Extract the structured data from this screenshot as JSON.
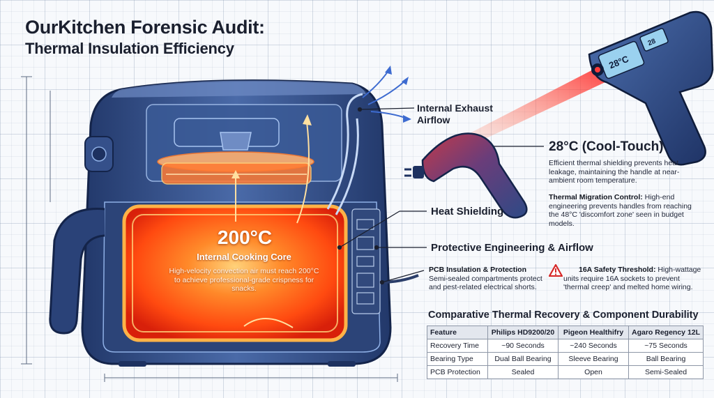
{
  "title": {
    "line1": "OurKitchen Forensic Audit:",
    "line2": "Thermal Insulation Efficiency"
  },
  "core": {
    "temperature": "200°C",
    "label": "Internal Cooking Core",
    "description": "High-velocity convection air must reach 200°C to achieve professional-grade crispness for snacks."
  },
  "callouts": {
    "exhaust": "Internal Exhaust Airflow",
    "shielding": "Heat Shielding",
    "protective": "Protective Engineering & Airflow"
  },
  "handle_temp": {
    "headline": "28°C (Cool-Touch)",
    "description": "Efficient thermal shielding prevents heat leakage, maintaining the handle at near-ambient room temperature.",
    "migration_title": "Thermal Migration Control:",
    "migration_text": "High-end engineering prevents handles from reaching the 48°C 'discomfort zone' seen in budget models."
  },
  "pcb": {
    "title": "PCB Insulation & Protection",
    "text": "Semi-sealed compartments protect and pest-related electrical shorts."
  },
  "safety": {
    "title": "16A Safety Threshold:",
    "text": "High-wattage units require 16A sockets to prevent 'thermal creep' and melted home wiring.",
    "icon": "warning-triangle-icon"
  },
  "thermometer": {
    "main_reading": "28°C",
    "secondary_reading": "28"
  },
  "table": {
    "title": "Comparative Thermal Recovery & Component Durability",
    "headers": [
      "Feature",
      "Philips HD9200/20",
      "Pigeon Healthifry",
      "Agaro Regency 12L"
    ],
    "rows": [
      [
        "Recovery Time",
        "~90 Seconds",
        "~240 Seconds",
        "~75 Seconds"
      ],
      [
        "Bearing Type",
        "Dual Ball Bearing",
        "Sleeve Bearing",
        "Ball Bearing"
      ],
      [
        "PCB Protection",
        "Sealed",
        "Open",
        "Semi-Sealed"
      ]
    ]
  },
  "colors": {
    "body_blue": "#2f4f86",
    "body_dark": "#1d3160",
    "core_hot": "#ff5a14",
    "core_glow": "#ffb347",
    "laser": "#ff3b3b",
    "warning": "#d62828"
  }
}
